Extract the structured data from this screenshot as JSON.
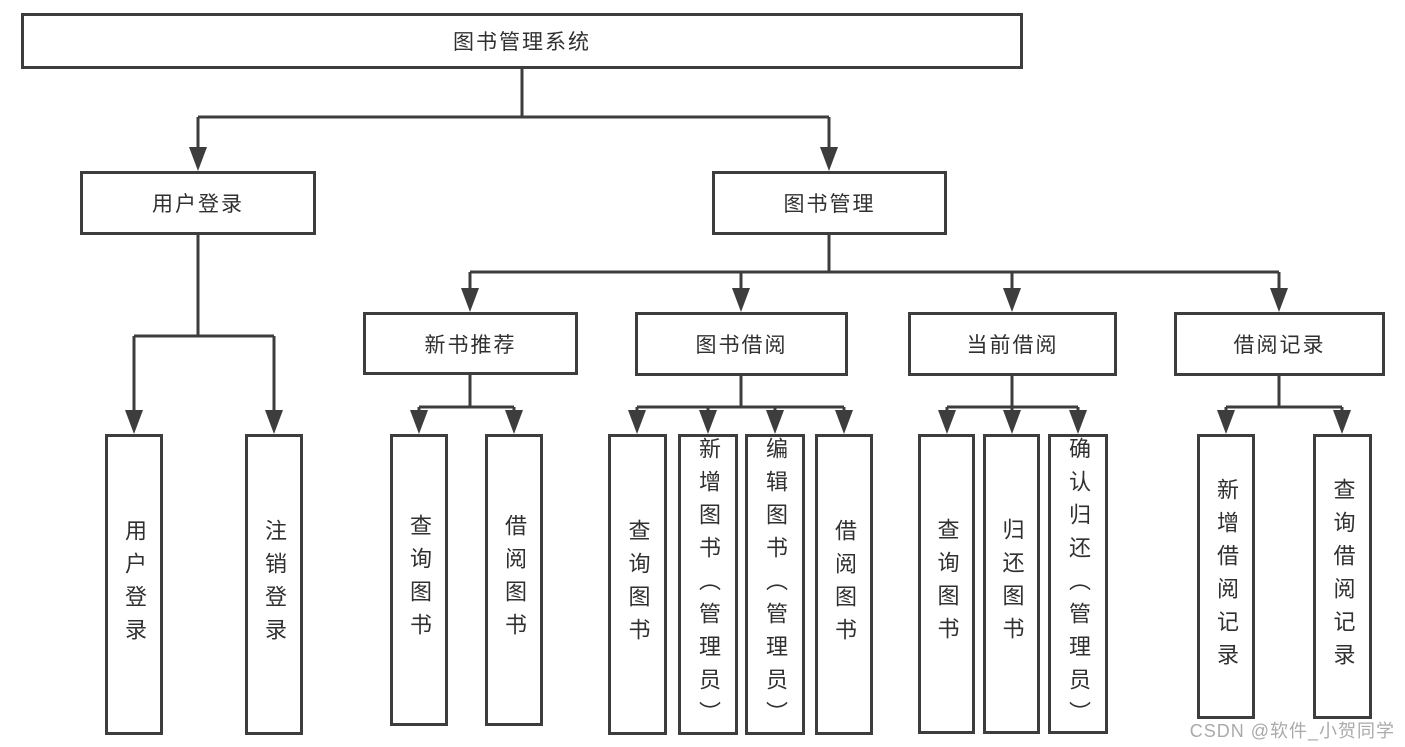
{
  "diagram": {
    "type": "hierarchy-tree",
    "root": {
      "label": "图书管理系统"
    },
    "level2": [
      {
        "label": "用户登录"
      },
      {
        "label": "图书管理"
      }
    ],
    "level3": [
      {
        "label": "新书推荐"
      },
      {
        "label": "图书借阅"
      },
      {
        "label": "当前借阅"
      },
      {
        "label": "借阅记录"
      }
    ],
    "leaves": {
      "user_login": [
        "用户登录",
        "注销登录"
      ],
      "new_book": [
        "查询图书",
        "借阅图书"
      ],
      "book_borrow": [
        "查询图书",
        "新增图书（管理员）",
        "编辑图书（管理员）",
        "借阅图书"
      ],
      "current_borrow": [
        "查询图书",
        "归还图书",
        "确认归还（管理员）"
      ],
      "borrow_records": [
        "新增借阅记录",
        "查询借阅记录"
      ]
    }
  },
  "watermark": "CSDN @软件_小贺同学",
  "colors": {
    "line": "#3d3d3d",
    "box_border": "#3d3d3d",
    "text": "#303030",
    "background": "#ffffff",
    "watermark_text": "#aaaaaa"
  }
}
